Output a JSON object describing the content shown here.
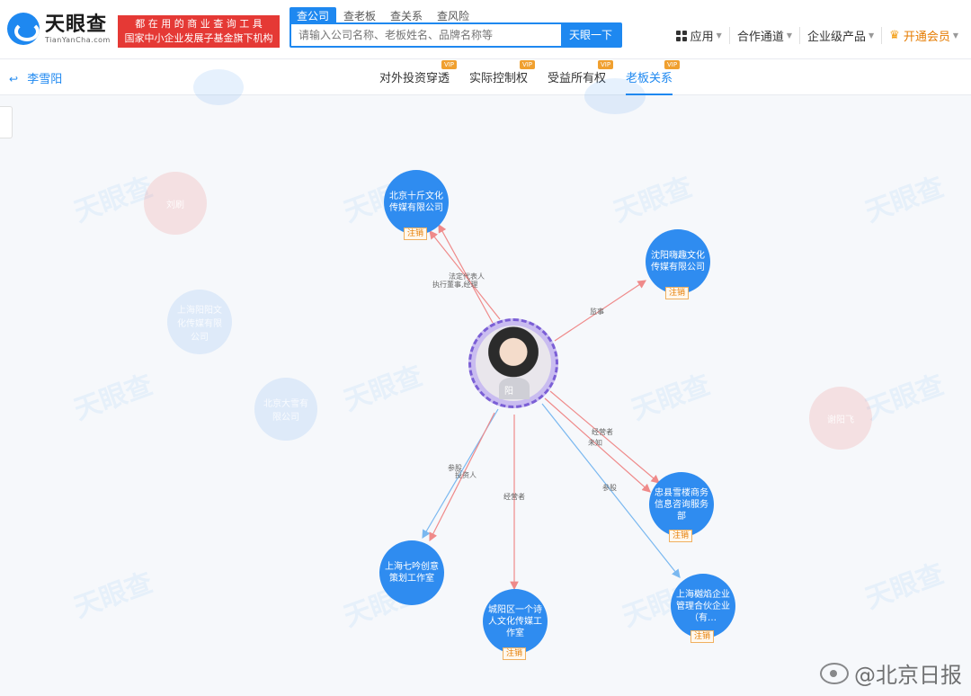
{
  "header": {
    "logo_name": "天眼查",
    "logo_sub": "TianYanCha.com",
    "promo_line1": "都 在 用 的 商 业 查 询 工 具",
    "promo_line2": "国家中小企业发展子基金旗下机构",
    "search_tabs": [
      "查公司",
      "查老板",
      "查关系",
      "查风险"
    ],
    "search_placeholder": "请输入公司名称、老板姓名、品牌名称等",
    "search_button": "天眼一下",
    "nav": [
      "应用",
      "合作通道",
      "企业级产品",
      "开通会员"
    ]
  },
  "subbar": {
    "back_label": "李雪阳",
    "tabs": [
      {
        "label": "对外投资穿透",
        "badge": "VIP"
      },
      {
        "label": "实际控制权",
        "badge": "VIP"
      },
      {
        "label": "受益所有权",
        "badge": "VIP"
      },
      {
        "label": "老板关系",
        "badge": "VIP"
      }
    ]
  },
  "graph": {
    "center_name": "阳",
    "nodes": [
      {
        "name": "北京十斤文化传媒有限公司",
        "status": "注销"
      },
      {
        "name": "沈阳嗨趣文化传媒有限公司",
        "status": "注销"
      },
      {
        "name": "忠县雪楼商务信息咨询服务部",
        "status": "注销"
      },
      {
        "name": "上海七吟创意策划工作室",
        "status": ""
      },
      {
        "name": "城阳区一个诗人文化传媒工作室",
        "status": "注销"
      },
      {
        "name": "上海樾焰企业管理合伙企业（有…",
        "status": "注销"
      }
    ],
    "edge_labels": {
      "beijing_1": "法定代表人",
      "beijing_2": "执行董事,经理",
      "shenyang": "监事",
      "zhongxian_1": "经营者",
      "zhongxian_2": "未知",
      "qiyin_1": "参股",
      "qiyin_2": "投资人",
      "chengyang": "经营者",
      "yueyan": "参股"
    },
    "faded_nodes": [
      "刘刷",
      "上海阳阳文化传媒有限公司",
      "北京大雪有限公司",
      "谢阳飞"
    ]
  },
  "footer": {
    "source": "@北京日报"
  },
  "colors": {
    "accent": "#1e88f0",
    "node_blue": "#2f8cf0",
    "edge_red": "#ef8a8a",
    "edge_blue": "#7ab8f0",
    "status_orange": "#e57b00"
  }
}
